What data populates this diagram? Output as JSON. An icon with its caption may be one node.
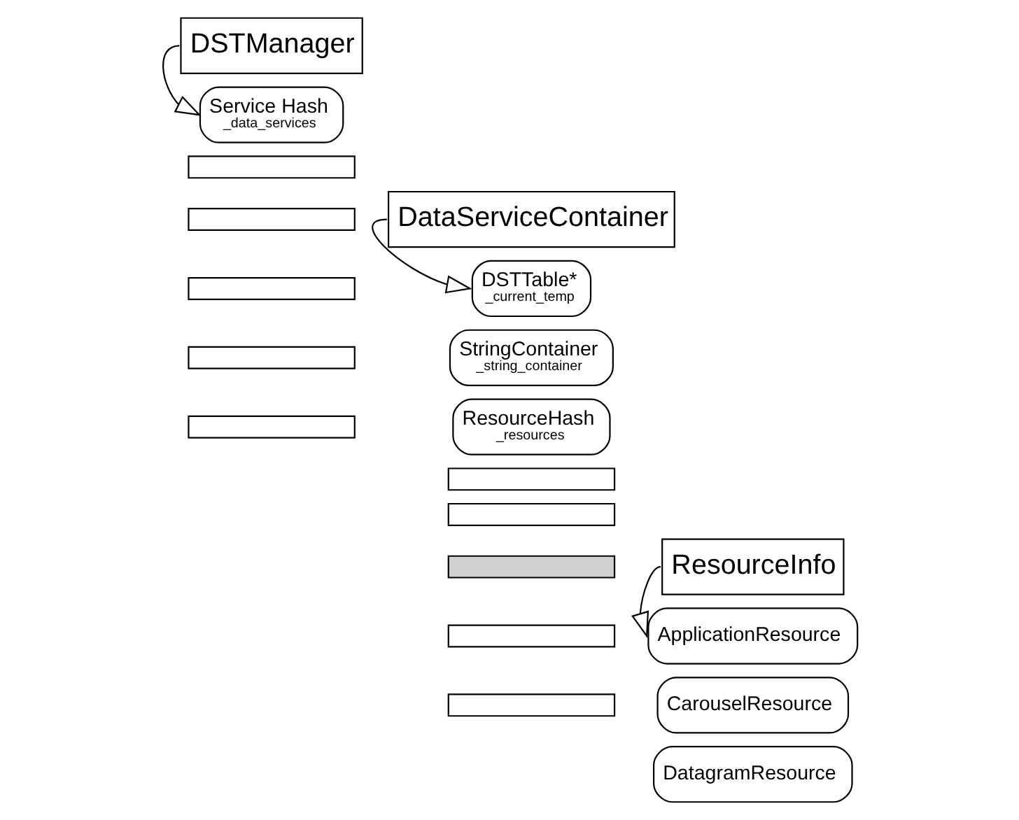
{
  "diagram": {
    "nodes": [
      {
        "text": [
          "DSTManager"
        ]
      },
      {
        "text": [
          "Service Hash",
          "_data_services"
        ]
      },
      {
        "text": [],
        "shape": "box"
      },
      {
        "text": [],
        "shape": "box"
      },
      {
        "text": [],
        "shape": "box"
      },
      {
        "text": [],
        "shape": "box"
      },
      {
        "text": [],
        "shape": "box"
      },
      {
        "text": [
          "DataServiceContainer"
        ]
      },
      {
        "text": [
          "DSTTable*",
          "_current_temp"
        ]
      },
      {
        "text": [
          "StringContainer",
          "_string_container"
        ]
      },
      {
        "text": [
          "ResourceHash",
          "_resources"
        ]
      },
      {
        "text": [],
        "shape": "box"
      },
      {
        "text": [],
        "shape": "box"
      },
      {
        "text": [],
        "shape": "box"
      },
      {
        "text": [],
        "shape": "box"
      },
      {
        "text": [],
        "shape": "box"
      },
      {
        "text": [
          "ResourceInfo"
        ]
      },
      {
        "text": [
          "ApplicationResource"
        ]
      },
      {
        "text": [
          "CarouselResource"
        ]
      },
      {
        "text": [
          "DatagramResource"
        ]
      }
    ],
    "edges": [
      {
        "from": 0,
        "to": 1,
        "arrow": "to"
      },
      {
        "from": 7,
        "to": 8,
        "arrow": "to"
      },
      {
        "from": 16,
        "to": 17,
        "arrow": "to"
      }
    ]
  }
}
